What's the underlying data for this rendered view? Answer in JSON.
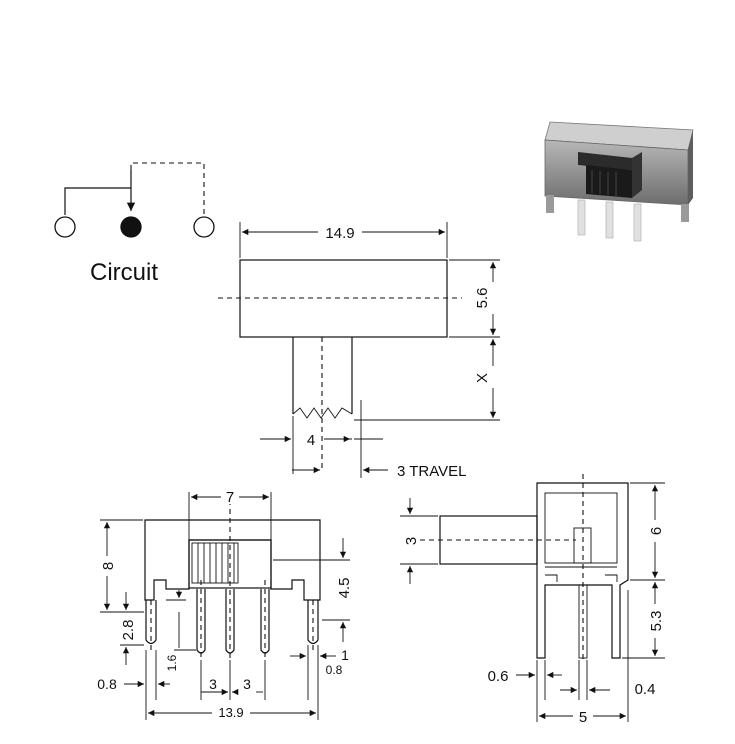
{
  "circuit": {
    "label": "Circuit"
  },
  "top_view": {
    "width_label": "14.9",
    "height_label": "5.6",
    "x_label": "X",
    "knob_label": "4",
    "travel_label": "3 TRAVEL"
  },
  "front_view": {
    "top_width_label": "7",
    "height_label": "8",
    "body_label": "4.5",
    "left_lead_label": "2.8",
    "lead_len_label": "1.6",
    "pitch_a_label": "3",
    "pitch_b_label": "3",
    "lead_w_left_label": "0.8",
    "lead_w_right_label": "0.8",
    "right_lead_label": "1",
    "total_width_label": "13.9"
  },
  "side_view": {
    "knob_label": "3",
    "height_label": "6",
    "pin_label": "5.3",
    "pin_w_label": "0.6",
    "pin_gap_label": "0.4",
    "width_label": "5"
  },
  "colors": {
    "ink": "#111111",
    "housing": "#8a8a8a",
    "actuator": "#1a1a1a",
    "pins": "#cfcfcf"
  }
}
